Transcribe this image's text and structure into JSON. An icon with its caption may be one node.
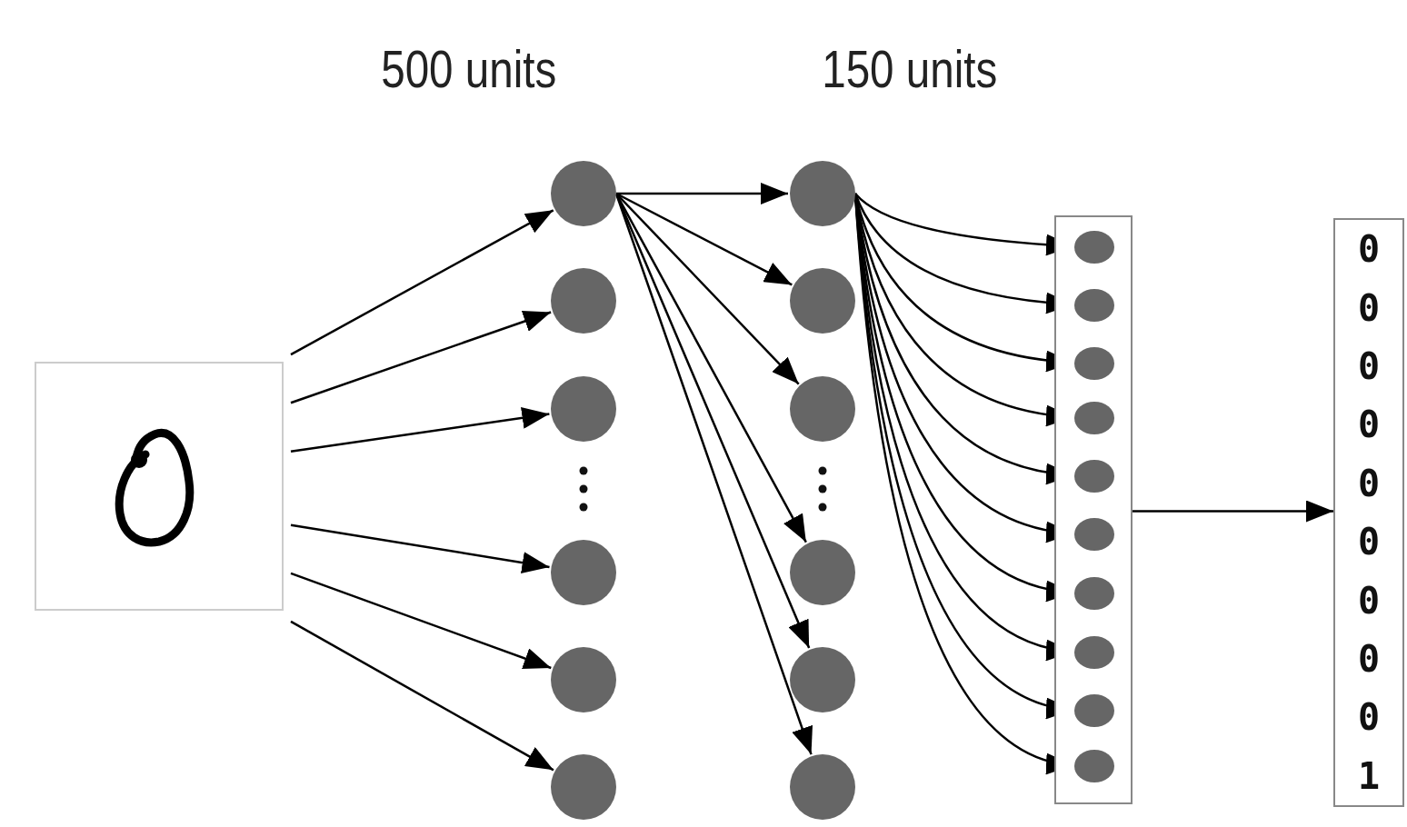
{
  "diagram": {
    "nodes": [
      {
        "text": [],
        "shape": "picture"
      },
      {
        "text": [],
        "shape": "circle"
      },
      {
        "text": [],
        "shape": "circle"
      },
      {
        "text": [],
        "shape": "circle"
      },
      {
        "text": [],
        "shape": "circle"
      },
      {
        "text": [],
        "shape": "circle"
      },
      {
        "text": [],
        "shape": "circle"
      },
      {
        "text": [],
        "shape": "circle"
      },
      {
        "text": [],
        "shape": "circle"
      },
      {
        "text": [],
        "shape": "circle"
      },
      {
        "text": [],
        "shape": "circle"
      },
      {
        "text": [],
        "shape": "circle"
      },
      {
        "text": [],
        "shape": "circle"
      },
      {
        "text": [],
        "shape": "box"
      },
      {
        "text": [],
        "shape": "circle",
        "in": 13
      },
      {
        "text": [],
        "shape": "circle",
        "in": 13
      },
      {
        "text": [],
        "shape": "circle",
        "in": 13
      },
      {
        "text": [],
        "shape": "circle",
        "in": 13
      },
      {
        "text": [],
        "shape": "circle",
        "in": 13
      },
      {
        "text": [],
        "shape": "circle",
        "in": 13
      },
      {
        "text": [],
        "shape": "circle",
        "in": 13
      },
      {
        "text": [],
        "shape": "circle",
        "in": 13
      },
      {
        "text": [],
        "shape": "circle",
        "in": 13
      },
      {
        "text": [],
        "shape": "circle",
        "in": 13
      },
      {
        "text": [
          "0",
          "0",
          "0",
          "0",
          "0",
          "0",
          "0",
          "0",
          "0",
          "1"
        ]
      }
    ],
    "edges": [
      {
        "from": 0,
        "to": 1,
        "arrow": "to"
      },
      {
        "from": 0,
        "to": 2,
        "arrow": "to"
      },
      {
        "from": 0,
        "to": 3,
        "arrow": "to"
      },
      {
        "from": 0,
        "to": 4,
        "arrow": "to"
      },
      {
        "from": 0,
        "to": 5,
        "arrow": "to"
      },
      {
        "from": 0,
        "to": 6,
        "arrow": "to"
      },
      {
        "from": 1,
        "to": 7,
        "arrow": "to"
      },
      {
        "from": 1,
        "to": 8,
        "arrow": "to"
      },
      {
        "from": 1,
        "to": 9,
        "arrow": "to"
      },
      {
        "from": 1,
        "to": 10,
        "arrow": "to"
      },
      {
        "from": 1,
        "to": 11,
        "arrow": "to"
      },
      {
        "from": 1,
        "to": 12,
        "arrow": "to"
      },
      {
        "from": 7,
        "to": 14,
        "arrow": "to"
      },
      {
        "from": 7,
        "to": 15,
        "arrow": "to"
      },
      {
        "from": 7,
        "to": 16,
        "arrow": "to"
      },
      {
        "from": 7,
        "to": 17,
        "arrow": "to"
      },
      {
        "from": 7,
        "to": 18,
        "arrow": "to"
      },
      {
        "from": 7,
        "to": 19,
        "arrow": "to"
      },
      {
        "from": 7,
        "to": 20,
        "arrow": "to"
      },
      {
        "from": 7,
        "to": 21,
        "arrow": "to"
      },
      {
        "from": 7,
        "to": 22,
        "arrow": "to"
      },
      {
        "from": 7,
        "to": 23,
        "arrow": "to"
      },
      {
        "from": 13,
        "to": 24,
        "arrow": "to"
      }
    ],
    "labels": [
      "500 units",
      "150 units"
    ]
  }
}
